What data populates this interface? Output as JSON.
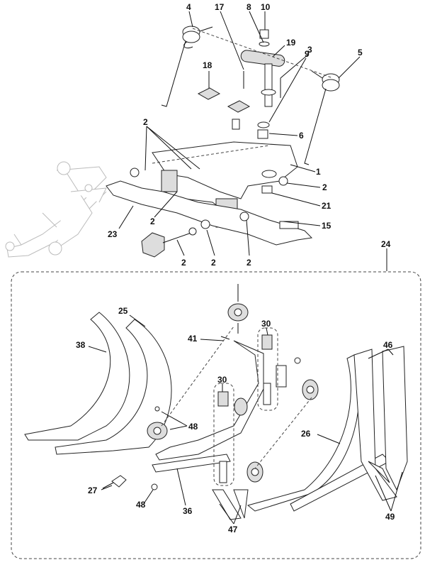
{
  "callouts": {
    "c4": "4",
    "c17": "17",
    "c8": "8",
    "c10": "10",
    "c19": "19",
    "c3": "3",
    "c5": "5",
    "c9": "9",
    "c18": "18",
    "c6": "6",
    "c2a": "2",
    "c1": "1",
    "c2b": "2",
    "c21": "21",
    "c2c": "2",
    "c15": "15",
    "c23": "23",
    "c2d": "2",
    "c2e": "2",
    "c2f": "2",
    "c24": "24",
    "c25": "25",
    "c30a": "30",
    "c38": "38",
    "c41": "41",
    "c46": "46",
    "c30b": "30",
    "c48a": "48",
    "c26": "26",
    "c27": "27",
    "c48b": "48",
    "c36": "36",
    "c47": "47",
    "c49": "49"
  },
  "colors": {
    "line": "#111111",
    "ghost": "#bbbbbb",
    "fill": "#dddddd"
  }
}
